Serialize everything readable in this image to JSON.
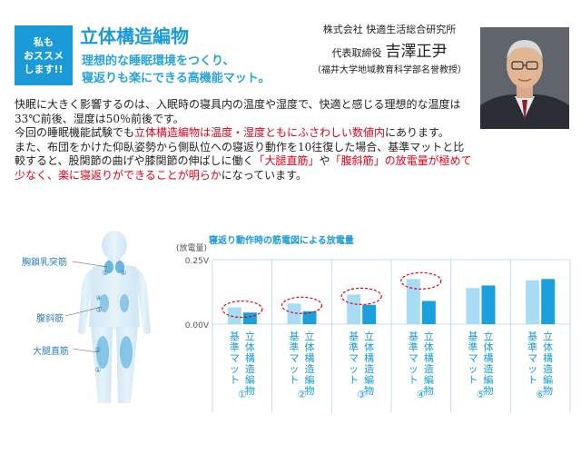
{
  "header": {
    "badge_lines": [
      "私も",
      "おススメ",
      "します!!"
    ],
    "title": "立体構造編物",
    "subtitle_lines": [
      "理想的な睡眠環境をつくり、",
      "寝返りも楽にできる高機能マット。"
    ]
  },
  "author": {
    "organization": "株式会社 快適生活総合研究所",
    "role": "代表取締役",
    "name": "吉澤正尹",
    "affiliation": "（福井大学地域教育科学部名誉教授）"
  },
  "body": {
    "p1": "快眠に大きく影響するのは、入眠時の寝具内の温度や湿度で、快適と感じる理想的な温度は33℃前後、湿度は50％前後です。",
    "p2_before": "今回の睡眠機能試験でも",
    "p2_red": "立体構造編物は温度・湿度ともにふさわしい数値内",
    "p2_after": "にあります。",
    "p3_before": "また、布団をかけた仰臥姿勢から側臥位への寝返り動作を10往復した場合、基準マットと比較すると、股関節の曲げや膝関節の伸ばしに働く",
    "p3_red1": "「大腿直筋」",
    "p3_mid": "や",
    "p3_red2": "「腹斜筋」の放電量が極めて少なく、楽に寝返りができることが明らか",
    "p3_after": "になっています。"
  },
  "muscles": {
    "neck": "胸鎖乳突筋",
    "abdomen": "腹斜筋",
    "thigh": "大腿直筋",
    "markers": [
      "⑤",
      "⑥",
      "④",
      "③",
      "②",
      "①"
    ]
  },
  "chart_data": {
    "type": "bar",
    "title": "寝返り動作時の筋電図による放電量",
    "ylabel": "(放電量)",
    "y_ticks": [
      "0.25V",
      "0.00V"
    ],
    "ylim": [
      0,
      0.25
    ],
    "categories": [
      "①",
      "②",
      "③",
      "④",
      "⑤",
      "⑥"
    ],
    "series": [
      {
        "name": "基準マット",
        "values": [
          0.065,
          0.08,
          0.115,
          0.175,
          0.14,
          0.17
        ]
      },
      {
        "name": "立体構造編物",
        "values": [
          0.045,
          0.05,
          0.075,
          0.09,
          0.15,
          0.175
        ]
      }
    ],
    "highlighted_categories": [
      "①",
      "②",
      "③",
      "④"
    ],
    "colors": {
      "baseline": "#a8dcf4",
      "knit": "#1aa0dc",
      "highlight": "#e0001b",
      "grid": "#b8d4e4"
    }
  }
}
